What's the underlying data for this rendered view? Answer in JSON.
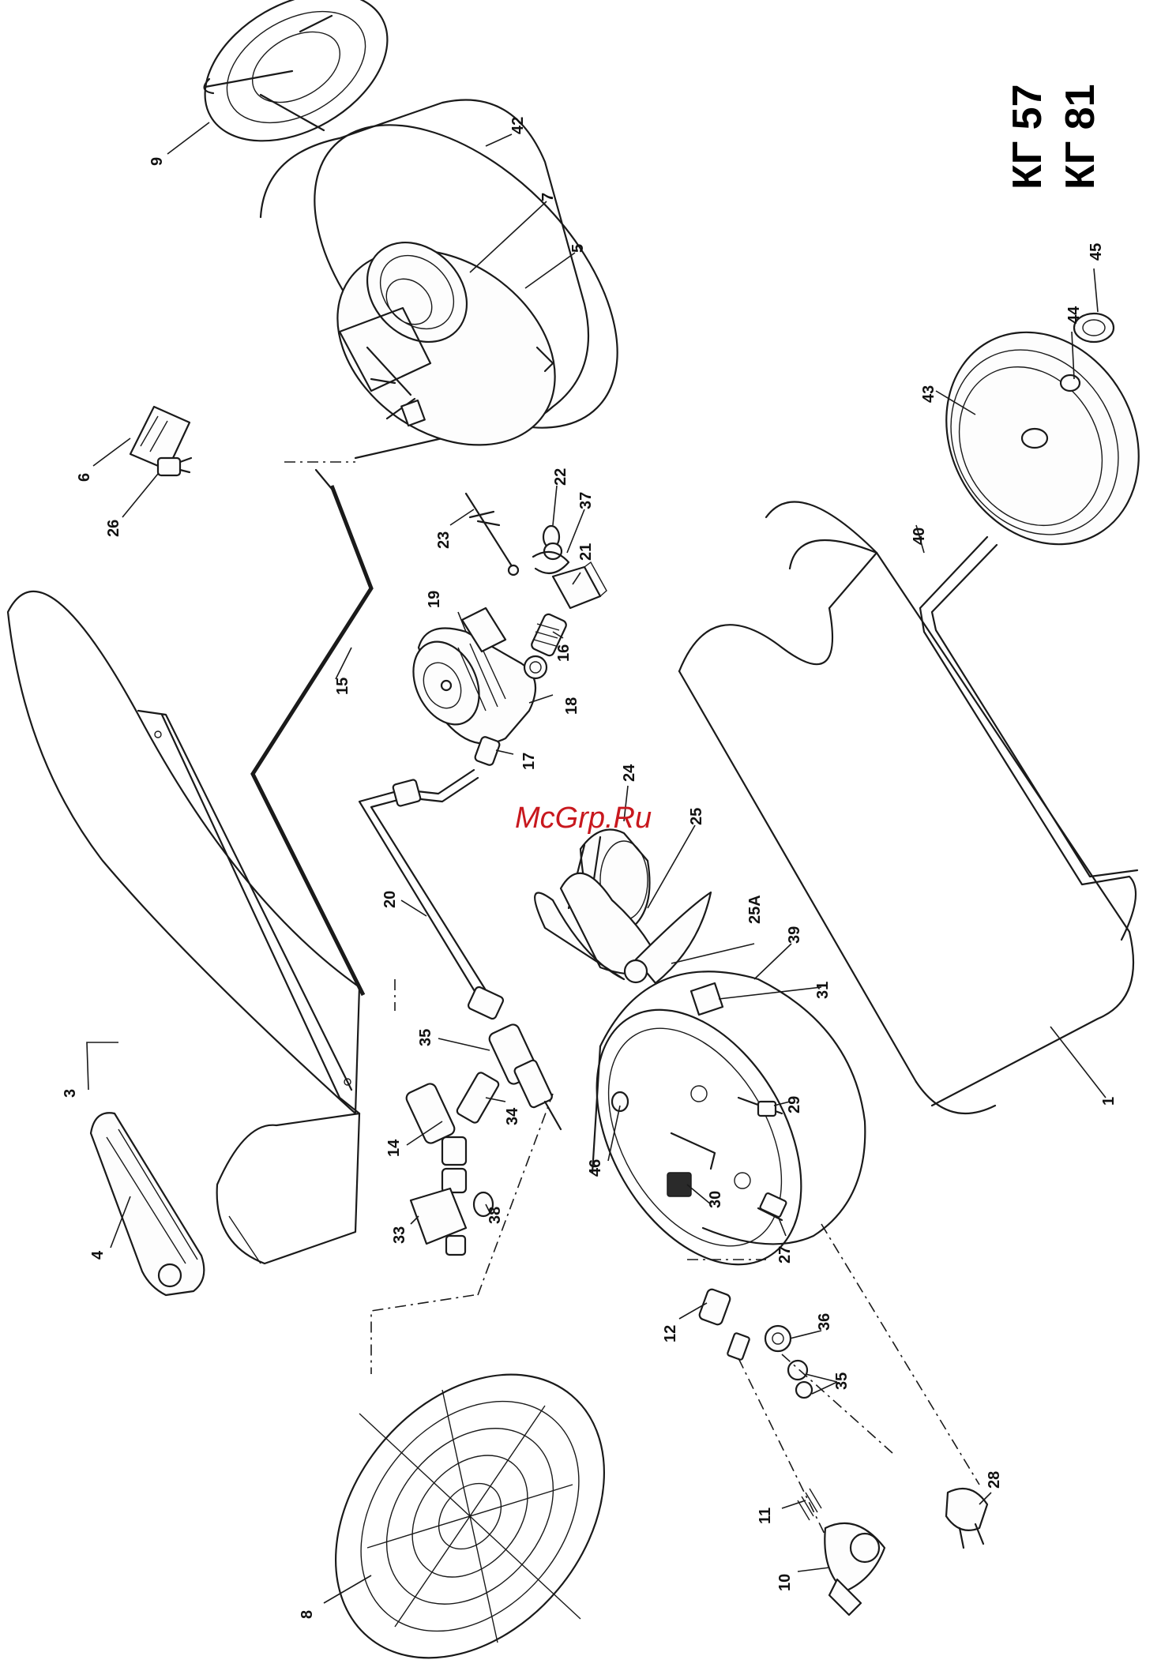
{
  "watermark": "McGrp.Ru",
  "models": [
    "КГ 57",
    "КГ 81"
  ],
  "labels": {
    "p1": "1",
    "p3": "3",
    "p4": "4",
    "p5": "5",
    "p6": "6",
    "p7": "7",
    "p8": "8",
    "p9": "9",
    "p10": "10",
    "p11": "11",
    "p12": "12",
    "p14": "14",
    "p15": "15",
    "p16": "16",
    "p17": "17",
    "p18": "18",
    "p19": "19",
    "p20": "20",
    "p21": "21",
    "p22": "22",
    "p23": "23",
    "p24": "24",
    "p25": "25",
    "p25a": "25A",
    "p26": "26",
    "p27": "27",
    "p28": "28",
    "p29": "29",
    "p30": "30",
    "p31": "31",
    "p33": "33",
    "p34": "34",
    "p35a": "35",
    "p35b": "35",
    "p36": "36",
    "p37": "37",
    "p38": "38",
    "p39": "39",
    "p40": "40",
    "p42": "42",
    "p43": "43",
    "p44": "44",
    "p45": "45",
    "p46": "46"
  }
}
